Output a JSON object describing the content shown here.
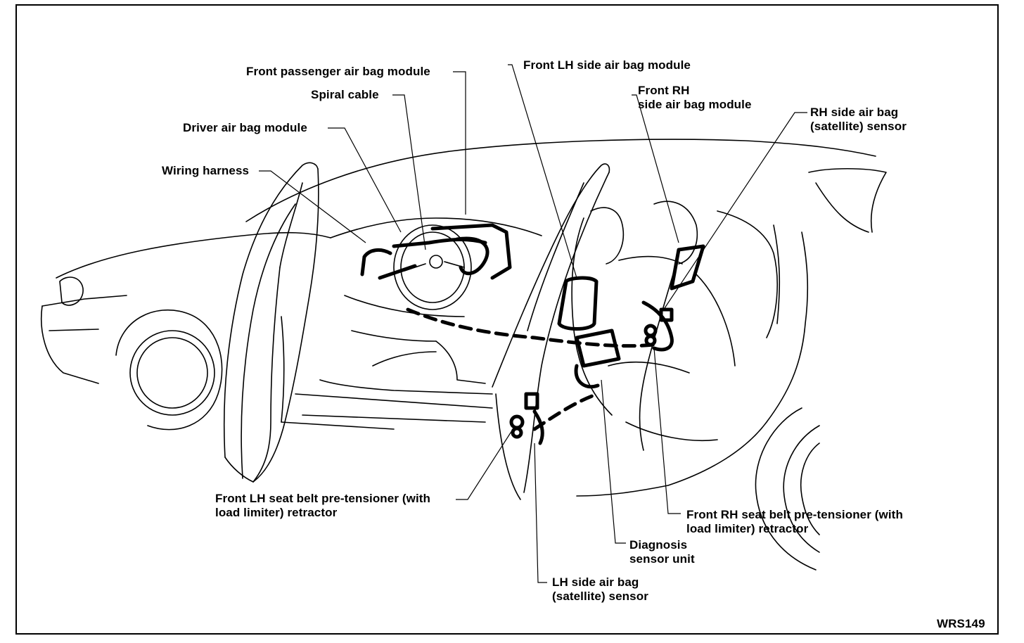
{
  "labels": {
    "front_passenger_air_bag_module": "Front passenger air bag module",
    "spiral_cable": "Spiral cable",
    "driver_air_bag_module": "Driver air bag module",
    "wiring_harness": "Wiring harness",
    "front_lh_side_air_bag_module": "Front LH side air bag module",
    "front_rh_side_air_bag_module": [
      "Front RH",
      "side air bag module"
    ],
    "rh_side_air_bag_sensor": [
      "RH side air bag",
      "(satellite) sensor"
    ],
    "front_lh_seat_belt_pretensioner": [
      "Front LH seat belt pre-tensioner (with",
      "load limiter) retractor"
    ],
    "front_rh_seat_belt_pretensioner": [
      "Front RH seat belt pre-tensioner (with",
      "load limiter) retractor"
    ],
    "diagnosis_sensor_unit": [
      "Diagnosis",
      "sensor unit"
    ],
    "lh_side_air_bag_sensor": [
      "LH side air bag",
      "(satellite) sensor"
    ]
  },
  "figure_id": "WRS149"
}
